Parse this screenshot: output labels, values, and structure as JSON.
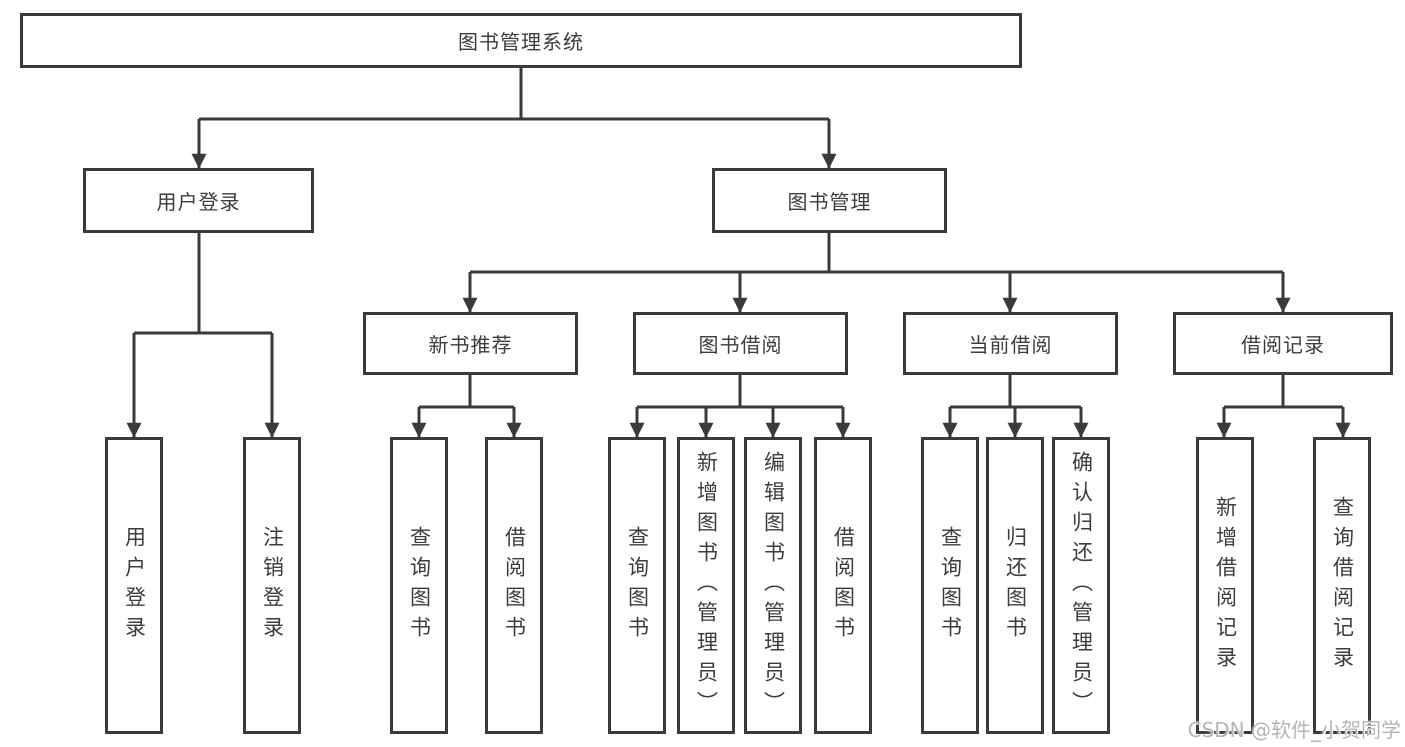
{
  "diagram": {
    "type": "hierarchy-tree",
    "root": {
      "label": "图书管理系统",
      "children": [
        {
          "label": "用户登录",
          "children": [
            {
              "label": "用户登录"
            },
            {
              "label": "注销登录"
            }
          ]
        },
        {
          "label": "图书管理",
          "children": [
            {
              "label": "新书推荐",
              "children": [
                {
                  "label": "查询图书"
                },
                {
                  "label": "借阅图书"
                }
              ]
            },
            {
              "label": "图书借阅",
              "children": [
                {
                  "label": "查询图书"
                },
                {
                  "label": "新增图书（管理员）"
                },
                {
                  "label": "编辑图书（管理员）"
                },
                {
                  "label": "借阅图书"
                }
              ]
            },
            {
              "label": "当前借阅",
              "children": [
                {
                  "label": "查询图书"
                },
                {
                  "label": "归还图书"
                },
                {
                  "label": "确认归还（管理员）"
                }
              ]
            },
            {
              "label": "借阅记录",
              "children": [
                {
                  "label": "新增借阅记录"
                },
                {
                  "label": "查询借阅记录"
                }
              ]
            }
          ]
        }
      ]
    }
  },
  "watermark": {
    "text": "CSDN @软件_小贺同学"
  },
  "colors": {
    "line": "#3a3a3a",
    "box_border": "#3a3a3a",
    "text": "#3d3d3d",
    "watermark": "#b5b5b5",
    "background": "#ffffff"
  }
}
